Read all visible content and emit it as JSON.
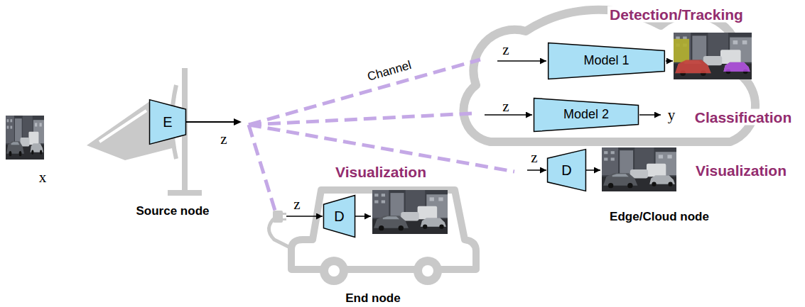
{
  "diagram": {
    "nodes": [
      {
        "text": [
          "E"
        ]
      },
      {
        "text": [
          "Model 1"
        ]
      },
      {
        "text": [
          "Model 2"
        ]
      },
      {
        "text": [
          "D"
        ]
      },
      {
        "text": [
          "D"
        ]
      }
    ],
    "edges": [
      {
        "from": 0,
        "to": 1,
        "arrow": "to"
      },
      {
        "from": 0,
        "to": 2,
        "arrow": "to"
      },
      {
        "from": 0,
        "to": 3,
        "arrow": "to"
      },
      {
        "from": 0,
        "to": 4,
        "arrow": "to"
      }
    ],
    "labels": [
      "x",
      "z",
      "Source node",
      "Channel",
      "Detection/Tracking",
      "z",
      "z",
      "y",
      "Classification",
      "z",
      "Visualization",
      "Edge/Cloud node",
      "z",
      "Visualization",
      "End node"
    ]
  }
}
